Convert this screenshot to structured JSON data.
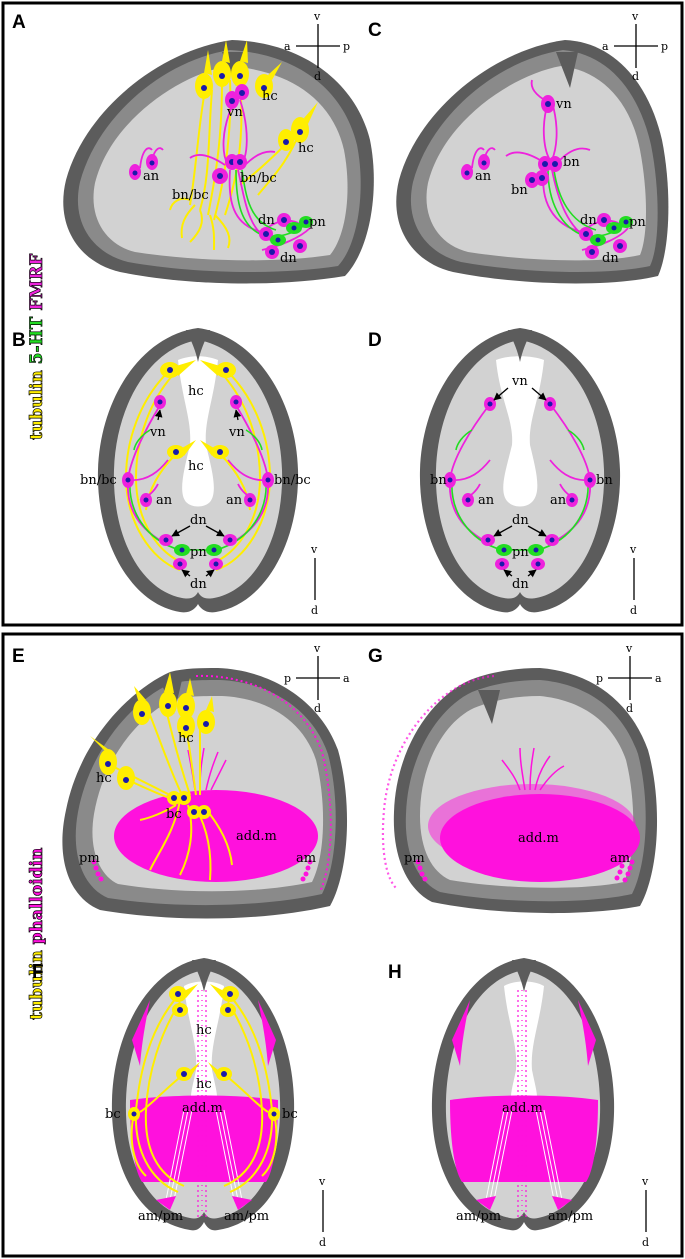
{
  "colors": {
    "shell_outer": "#5c5c5c",
    "shell_inner": "#8a8a8a",
    "body_fill": "#d2d2d2",
    "tubulin": "#ffee00",
    "serotonin": "#22dd22",
    "fmrf": "#ee22dd",
    "phalloidin": "#ff11dd",
    "nucleus": "#1a1aaa",
    "border": "#000000"
  },
  "stain_top": {
    "tubulin": "tubulin",
    "serotonin": "5-HT",
    "fmrf": "FMRF"
  },
  "stain_bottom": {
    "tubulin": "tubulin",
    "phalloidin": "phalloidin"
  },
  "panels": {
    "A": {
      "letter": "A",
      "axis": {
        "top": "v",
        "bottom": "d",
        "left": "a",
        "right": "p"
      },
      "labels": {
        "vn": "vn",
        "hc1": "hc",
        "hc2": "hc",
        "an": "an",
        "bnbc1": "bn/bc",
        "bnbc2": "bn/bc",
        "dn1": "dn",
        "dn2": "dn",
        "pn": "pn"
      }
    },
    "B": {
      "letter": "B",
      "axis": {
        "top": "v",
        "bottom": "d"
      },
      "labels": {
        "hc1": "hc",
        "hc2": "hc",
        "vn1": "vn",
        "vn2": "vn",
        "bnbc1": "bn/bc",
        "bnbc2": "bn/bc",
        "an1": "an",
        "an2": "an",
        "dn1": "dn",
        "dn2": "dn",
        "pn": "pn"
      }
    },
    "C": {
      "letter": "C",
      "axis": {
        "top": "v",
        "bottom": "d",
        "left": "a",
        "right": "p"
      },
      "labels": {
        "vn": "vn",
        "bn1": "bn",
        "bn2": "bn",
        "an": "an",
        "dn1": "dn",
        "dn2": "dn",
        "pn": "pn"
      }
    },
    "D": {
      "letter": "D",
      "axis": {
        "top": "v",
        "bottom": "d"
      },
      "labels": {
        "vn": "vn",
        "bn1": "bn",
        "bn2": "bn",
        "an1": "an",
        "an2": "an",
        "dn1": "dn",
        "dn2": "dn",
        "pn": "pn"
      }
    },
    "E": {
      "letter": "E",
      "axis": {
        "top": "v",
        "bottom": "d",
        "left": "p",
        "right": "a"
      },
      "labels": {
        "hc1": "hc",
        "hc2": "hc",
        "bc": "bc",
        "addm": "add.m",
        "pm": "pm",
        "am": "am"
      }
    },
    "F": {
      "letter": "F",
      "axis": {
        "top": "v",
        "bottom": "d"
      },
      "labels": {
        "hc1": "hc",
        "hc2": "hc",
        "bc1": "bc",
        "bc2": "bc",
        "addm": "add.m",
        "ampm1": "am/pm",
        "ampm2": "am/pm"
      }
    },
    "G": {
      "letter": "G",
      "axis": {
        "top": "v",
        "bottom": "d",
        "left": "p",
        "right": "a"
      },
      "labels": {
        "addm": "add.m",
        "pm": "pm",
        "am": "am"
      }
    },
    "H": {
      "letter": "H",
      "axis": {
        "top": "v",
        "bottom": "d"
      },
      "labels": {
        "addm": "add.m",
        "ampm1": "am/pm",
        "ampm2": "am/pm"
      }
    }
  }
}
